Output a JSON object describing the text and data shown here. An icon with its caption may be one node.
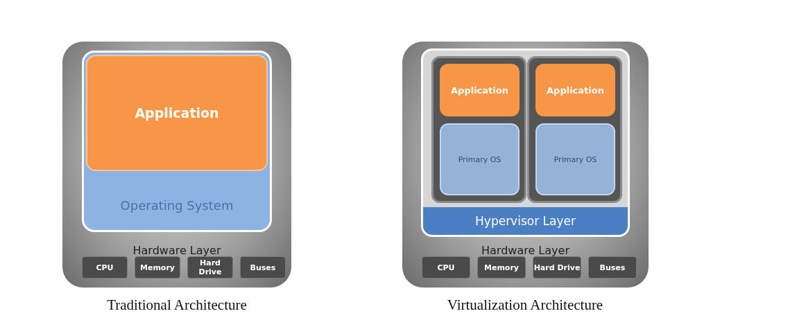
{
  "diagram": {
    "nodes": [
      {
        "text": [
          "Hardware Layer"
        ]
      },
      {
        "text": [
          "Operating System"
        ],
        "in": 0
      },
      {
        "text": [
          "Application"
        ],
        "in": 1
      },
      {
        "text": [
          "CPU"
        ],
        "in": 0
      },
      {
        "text": [
          "Memory"
        ],
        "in": 0
      },
      {
        "text": [
          "Hard Drive"
        ],
        "in": 0
      },
      {
        "text": [
          "Buses"
        ],
        "in": 0
      },
      {
        "text": [
          "Hardware Layer"
        ]
      },
      {
        "text": [
          "Hypervisor Layer"
        ],
        "in": 7
      },
      {
        "text": [],
        "shape": "box",
        "in": 8
      },
      {
        "text": [
          "Application"
        ],
        "in": 9
      },
      {
        "text": [
          "Primary OS"
        ],
        "in": 9
      },
      {
        "text": [],
        "shape": "box",
        "in": 8
      },
      {
        "text": [
          "Application"
        ],
        "in": 12
      },
      {
        "text": [
          "Primary OS"
        ],
        "in": 12
      },
      {
        "text": [
          "CPU"
        ],
        "in": 7
      },
      {
        "text": [
          "Memory"
        ],
        "in": 7
      },
      {
        "text": [
          "Hard Drive"
        ],
        "in": 7
      },
      {
        "text": [
          "Buses"
        ],
        "in": 7
      }
    ],
    "edges": [],
    "labels": [
      "Traditional Architecture",
      "Virtualization Architecture"
    ]
  }
}
